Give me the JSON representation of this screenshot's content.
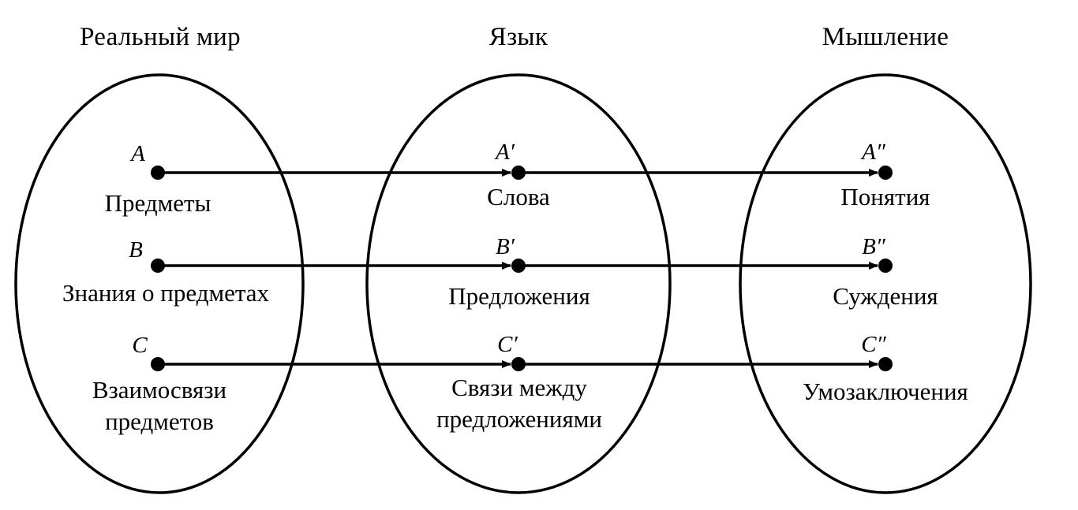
{
  "colors": {
    "ink": "#000000",
    "background": "#ffffff"
  },
  "columns": [
    {
      "title": "Реальный мир",
      "items": [
        {
          "point": "A",
          "label_lines": [
            "Предметы"
          ]
        },
        {
          "point": "B",
          "label_lines": [
            "Знания о предметах"
          ]
        },
        {
          "point": "C",
          "label_lines": [
            "Взаимосвязи",
            "предметов"
          ]
        }
      ]
    },
    {
      "title": "Язык",
      "items": [
        {
          "point": "A′",
          "label_lines": [
            "Слова"
          ]
        },
        {
          "point": "B′",
          "label_lines": [
            "Предложения"
          ]
        },
        {
          "point": "C′",
          "label_lines": [
            "Связи между",
            "предложениями"
          ]
        }
      ]
    },
    {
      "title": "Мышление",
      "items": [
        {
          "point": "A″",
          "label_lines": [
            "Понятия"
          ]
        },
        {
          "point": "B″",
          "label_lines": [
            "Суждения"
          ]
        },
        {
          "point": "C″",
          "label_lines": [
            "Умозаключения"
          ]
        }
      ]
    }
  ]
}
